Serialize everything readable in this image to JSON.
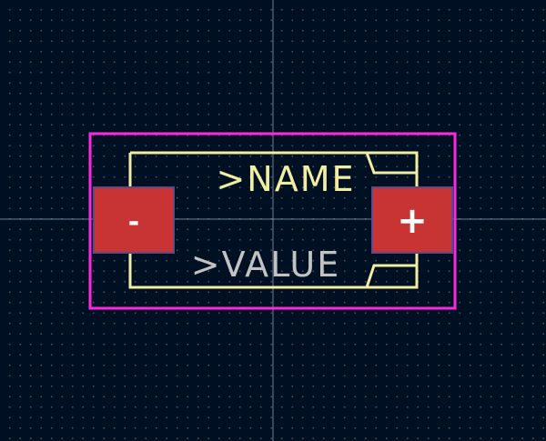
{
  "footprint": {
    "name_field": ">NAME",
    "value_field": ">VALUE",
    "pads": [
      {
        "label": "-",
        "role": "negative"
      },
      {
        "label": "+",
        "role": "positive"
      }
    ]
  },
  "colors": {
    "background": "#001023",
    "courtyard": "#ff26e2",
    "silkscreen": "#f2eda1",
    "pad_fill": "#c83434",
    "pad_border": "#5a4a8a",
    "value_text": "#c2c2c2",
    "crosshair": "#9aa3b3"
  }
}
